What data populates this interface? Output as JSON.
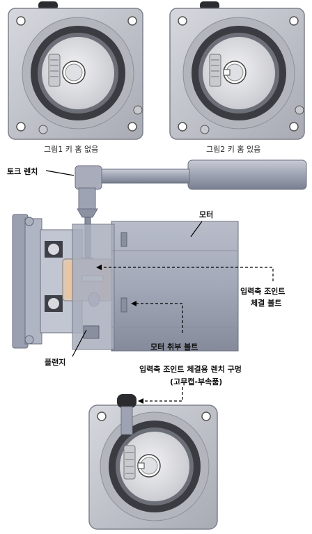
{
  "figure1": {
    "caption": "그림1 키 홈 없음"
  },
  "figure2": {
    "caption": "그림2 키 홈 있음"
  },
  "assembly": {
    "torque_wrench": "토크 렌치",
    "motor": "모터",
    "input_joint_bolt_line1": "입력축 조인트",
    "input_joint_bolt_line2": "체결 볼트",
    "motor_mount_bolt": "모터 취부 볼트",
    "flange": "플랜지"
  },
  "bottom": {
    "hole_label_line1": "입력축 조인트 체결용 렌치 구멍",
    "hole_label_line2": "(고무캡-부속품)"
  },
  "colors": {
    "plate": "#c4c6cd",
    "plate_edge": "#7d818b",
    "ring_dark": "#3a3c42",
    "body": "#9aa0b0",
    "accent": "#e8c6a4"
  }
}
